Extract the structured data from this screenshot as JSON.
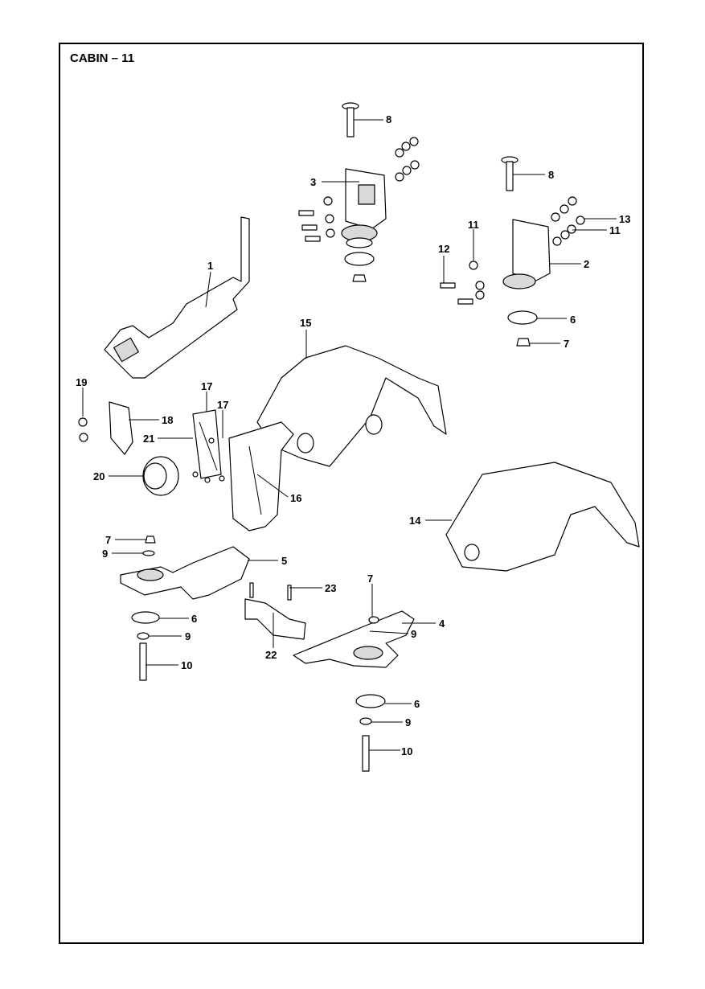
{
  "title": "CABIN – 11",
  "callouts": [
    {
      "id": "c8a",
      "label": "8"
    },
    {
      "id": "c3",
      "label": "3"
    },
    {
      "id": "c8b",
      "label": "8"
    },
    {
      "id": "c13",
      "label": "13"
    },
    {
      "id": "c11a",
      "label": "11"
    },
    {
      "id": "c11b",
      "label": "11"
    },
    {
      "id": "c12",
      "label": "12"
    },
    {
      "id": "c2",
      "label": "2"
    },
    {
      "id": "c1",
      "label": "1"
    },
    {
      "id": "c6a",
      "label": "6"
    },
    {
      "id": "c7a",
      "label": "7"
    },
    {
      "id": "c15",
      "label": "15"
    },
    {
      "id": "c19",
      "label": "19"
    },
    {
      "id": "c17a",
      "label": "17"
    },
    {
      "id": "c17b",
      "label": "17"
    },
    {
      "id": "c18",
      "label": "18"
    },
    {
      "id": "c21",
      "label": "21"
    },
    {
      "id": "c20",
      "label": "20"
    },
    {
      "id": "c16",
      "label": "16"
    },
    {
      "id": "c14",
      "label": "14"
    },
    {
      "id": "c7b",
      "label": "7"
    },
    {
      "id": "c9a",
      "label": "9"
    },
    {
      "id": "c5",
      "label": "5"
    },
    {
      "id": "c7c",
      "label": "7"
    },
    {
      "id": "c23",
      "label": "23"
    },
    {
      "id": "c4",
      "label": "4"
    },
    {
      "id": "c6b",
      "label": "6"
    },
    {
      "id": "c9b",
      "label": "9"
    },
    {
      "id": "c9c",
      "label": "9"
    },
    {
      "id": "c10a",
      "label": "10"
    },
    {
      "id": "c22",
      "label": "22"
    },
    {
      "id": "c6c",
      "label": "6"
    },
    {
      "id": "c9d",
      "label": "9"
    },
    {
      "id": "c10b",
      "label": "10"
    }
  ]
}
